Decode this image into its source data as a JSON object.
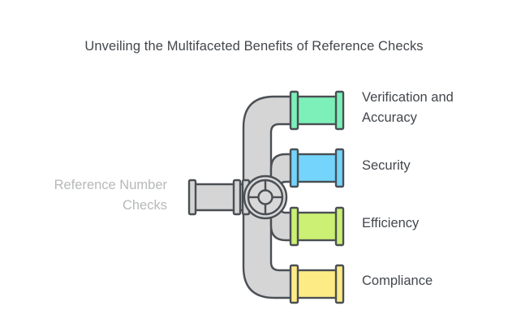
{
  "diagram": {
    "title": "Unveiling the Multifaceted Benefits of Reference Checks",
    "type": "pipe-manifold-distribution",
    "source": {
      "label": "Reference Number Checks",
      "label_color": "#b6b8ba",
      "pipe_color": "#d5d5d5"
    },
    "branches": [
      {
        "label": "Verification and Accuracy",
        "color": "#7cf0b8",
        "position": "top-1"
      },
      {
        "label": "Security",
        "color": "#74d4fb",
        "position": "top-2"
      },
      {
        "label": "Efficiency",
        "color": "#ccf073",
        "position": "bottom-1"
      },
      {
        "label": "Compliance",
        "color": "#fdeb86",
        "position": "bottom-2"
      }
    ],
    "colors": {
      "background": "#ffffff",
      "pipe_body": "#d5d5d5",
      "pipe_outline": "#4a4f54",
      "text": "#42474c",
      "muted_text": "#b6b8ba"
    },
    "hub": {
      "name": "valve-wheel",
      "spokes": 4
    }
  }
}
